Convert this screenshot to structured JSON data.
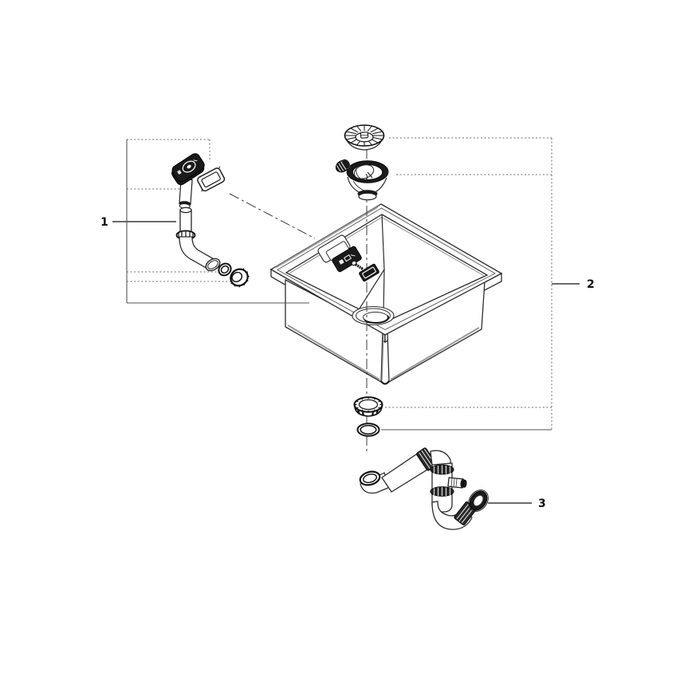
{
  "diagram": {
    "background_color": "#ffffff",
    "line_color": "#2d2d2d",
    "label_color": "#0d0d0d",
    "callouts": [
      {
        "label": "1",
        "part": "overflow-assembly"
      },
      {
        "label": "2",
        "part": "sink-basin-with-strainer-set"
      },
      {
        "label": "3",
        "part": "siphon-trap"
      }
    ]
  }
}
